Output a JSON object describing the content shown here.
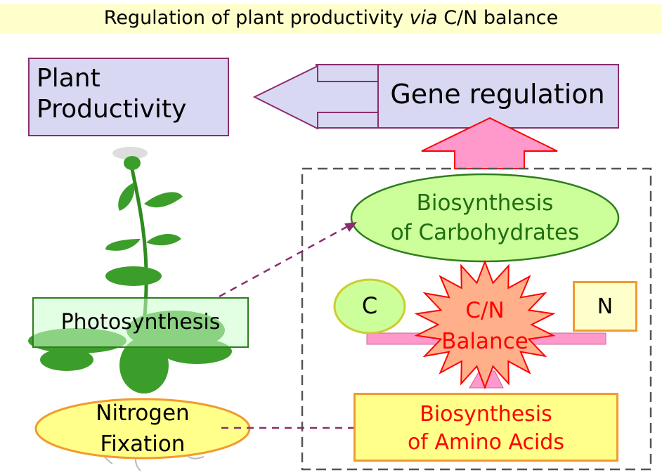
{
  "title": {
    "prefix": "Regulation of plant productivity ",
    "italic": "via",
    "suffix": " C/N balance"
  },
  "plant_productivity": {
    "line1": "Plant",
    "line2": "Productivity"
  },
  "gene_regulation": {
    "label": "Gene regulation"
  },
  "carbohydrates": {
    "line1": "Biosynthesis",
    "line2": "of Carbohydrates"
  },
  "c_label": "C",
  "n_label": "N",
  "balance": {
    "line1": "C/N",
    "line2": "Balance"
  },
  "photosynthesis": {
    "label": "Photosynthesis"
  },
  "nitrogen_fixation": {
    "line1": "Nitrogen",
    "line2": "Fixation"
  },
  "amino_acids": {
    "line1": "Biosynthesis",
    "line2": "of Amino Acids"
  },
  "colors": {
    "purple_border": "#8b2d6e",
    "lavender": "#d8d8f2",
    "green": "#2e7d1f",
    "light_green": "#ccff99",
    "orange": "#f29a2e",
    "yellow": "#ffff8a",
    "pink": "#ff99cc",
    "red": "#ff0000",
    "salmon": "#ffb08a"
  }
}
